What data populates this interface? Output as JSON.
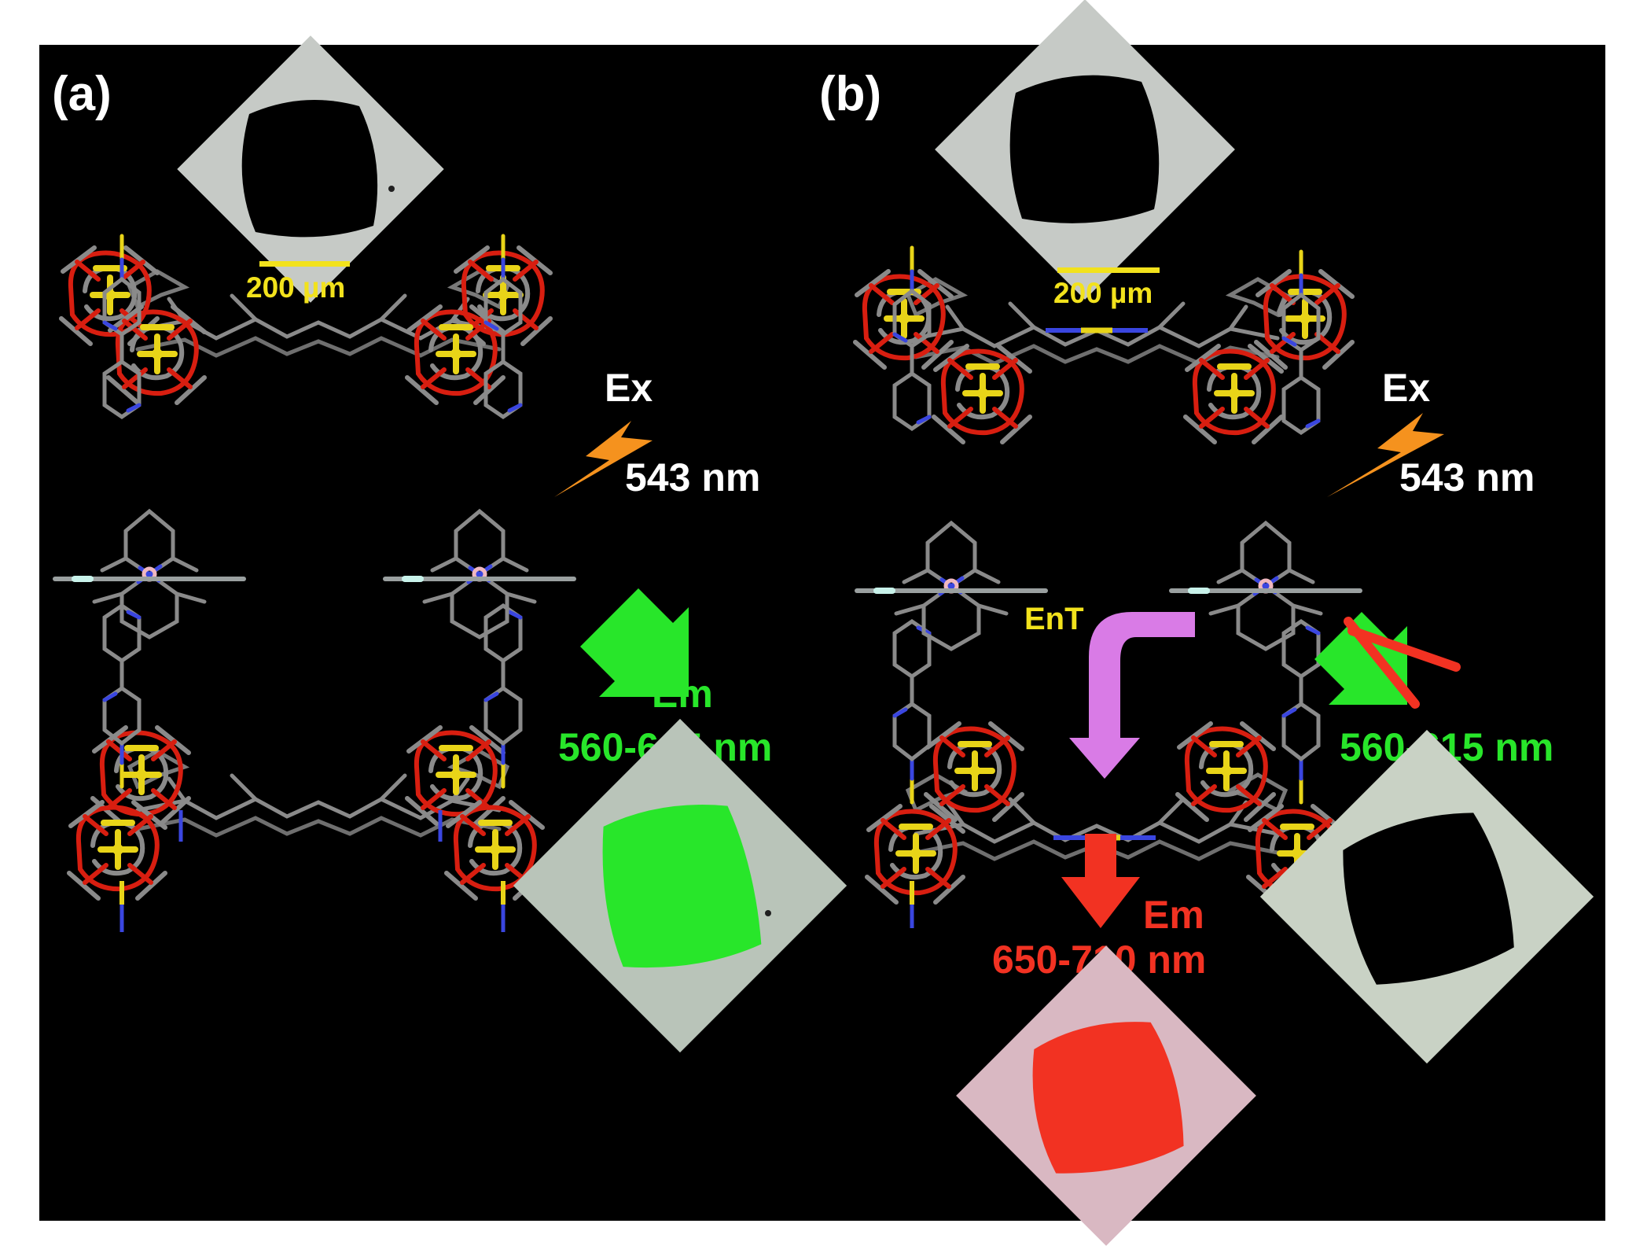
{
  "panels": {
    "a": {
      "label": "(a)",
      "scale_bar": "200 µm",
      "excitation_label": "Ex",
      "excitation_wavelength": "543 nm",
      "emission_label": "Em",
      "emission_wavelength": "560-615 nm"
    },
    "b": {
      "label": "(b)",
      "scale_bar": "200 µm",
      "excitation_label": "Ex",
      "excitation_wavelength": "543 nm",
      "energy_transfer_label": "EnT",
      "quenched_emission_wavelength": "560-615 nm",
      "emission_label": "Em",
      "emission_wavelength": "650-710 nm"
    }
  },
  "colors": {
    "background": "#000000",
    "scale_bar": "#f2e21c",
    "excitation_bolt": "#f5921e",
    "green_emission": "#28e62a",
    "red_emission": "#f23222",
    "ent_arrow": "#d97be6",
    "crystal_frame": "#c8ccc8",
    "bond_gray": "#8a8a8a",
    "oxygen_red": "#d81e10",
    "nitrogen_blue": "#3a46e0",
    "metal_yellow": "#e8d418"
  },
  "icons": [
    "lightning-bolt-icon",
    "emission-arrow-icon",
    "energy-transfer-arrow-icon",
    "cross-mark-icon"
  ]
}
